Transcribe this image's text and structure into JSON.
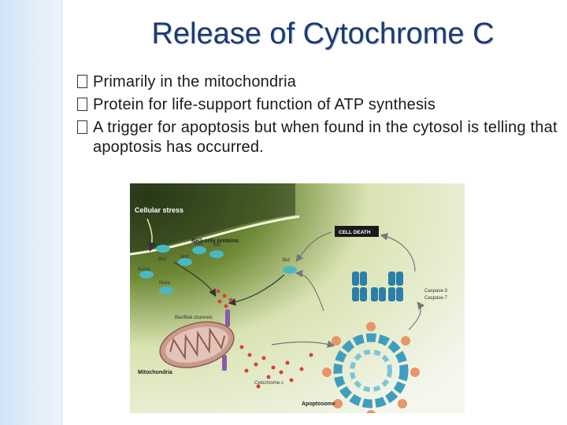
{
  "slide": {
    "title": "Release of Cytochrome C",
    "bullets": [
      "Primarily in the mitochondria",
      "Protein for life-support function of ATP synthesis",
      "A trigger for apoptosis but when found in the cytosol is telling that apoptosis has occurred."
    ]
  },
  "diagram": {
    "labels": {
      "cellular_stress": "Cellular stress",
      "bh3_only": "BH3-only proteins",
      "bim": "Bim",
      "bad": "Bad",
      "bid_left": "Bid",
      "bid_right": "Bid",
      "bmf": "Bmf",
      "puma": "Puma",
      "noxa": "Noxa",
      "bax_bak": "Bax/Bak channels",
      "mitochondria": "Mitochondria",
      "cytochrome_c": "Cytochrome c",
      "apoptosome": "Apoptosome",
      "cell_death": "CELL DEATH",
      "caspase3": "Caspase-3",
      "caspase7": "Caspase-7"
    },
    "colors": {
      "bh3_protein": "#49b8c3",
      "caspase": "#2b7fa8",
      "cytochrome_dot": "#d94040",
      "apoptosome_ring": "#3e9ec0",
      "mitochondria": "#c99a8c",
      "channel": "#8b5aa8"
    }
  }
}
